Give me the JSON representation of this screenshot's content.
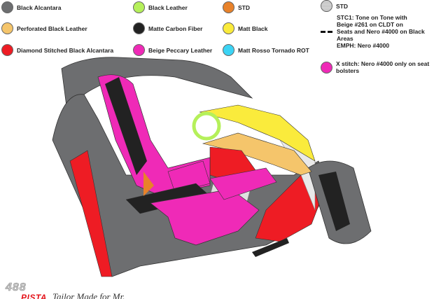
{
  "legend": [
    {
      "label": "Black Alcantara",
      "color": "#6d6e70"
    },
    {
      "label": "Perforated Black Leather",
      "color": "#f5c56b"
    },
    {
      "label": "Diamond Stitched Black Alcantara",
      "color": "#ee1c24"
    },
    {
      "label": "Black Leather",
      "color": "#b5f05a"
    },
    {
      "label": "Matte Carbon Fiber",
      "color": "#222222"
    },
    {
      "label": "Beige Peccary Leather",
      "color": "#ef2ab7"
    },
    {
      "label": "STD",
      "color": "#e8822a"
    },
    {
      "label": "Matt Black",
      "color": "#faeb3c"
    },
    {
      "label": "Matt Rosso Tornado ROT",
      "color": "#3bd4f5"
    },
    {
      "label": "STD",
      "color": "#c8c8c8"
    },
    {
      "label_lines": [
        "STC1: Tone on Tone with",
        "Beige #261 on CLDT on",
        "Seats and Nero #4000 on Black Areas",
        "EMPH: Nero #4000"
      ],
      "icon": "dashed-stitch-icon"
    },
    {
      "label": "X stitch: Nero #4000 only on seat bolsters",
      "color": "#ef2ab7"
    }
  ],
  "footer": {
    "logo_number": "488",
    "logo_name": "PISTA",
    "tagline": "Tailor Made for Mr."
  }
}
